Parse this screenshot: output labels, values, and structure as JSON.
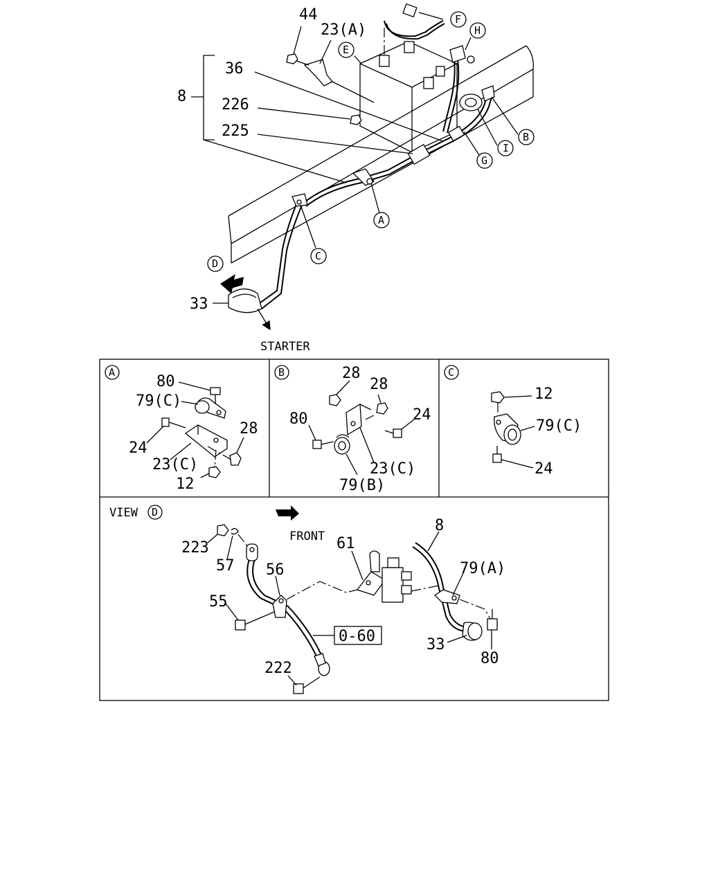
{
  "main": {
    "callouts": {
      "p44": "44",
      "p23a": "23(A)",
      "p36": "36",
      "p8": "8",
      "p226": "226",
      "p225": "225",
      "p33": "33",
      "starter": "STARTER",
      "E": "E",
      "F": "F",
      "H": "H",
      "B": "B",
      "I": "I",
      "G": "G",
      "A": "A",
      "C": "C",
      "D": "D"
    }
  },
  "detail_a": {
    "tag": "A",
    "labels": {
      "p80": "80",
      "p79c": "79(C)",
      "p24": "24",
      "p23c": "23(C)",
      "p28": "28",
      "p12": "12"
    }
  },
  "detail_b": {
    "tag": "B",
    "labels": {
      "p28a": "28",
      "p28b": "28",
      "p80": "80",
      "p24": "24",
      "p23c": "23(C)",
      "p79b": "79(B)"
    }
  },
  "detail_c": {
    "tag": "C",
    "labels": {
      "p12": "12",
      "p79c": "79(C)",
      "p24": "24"
    }
  },
  "view_d": {
    "title": "VIEW",
    "tag": "D",
    "front": "FRONT",
    "ref_box": "0-60",
    "labels": {
      "p223": "223",
      "p57": "57",
      "p56": "56",
      "p55": "55",
      "p222": "222",
      "p61": "61",
      "p8": "8",
      "p79a": "79(A)",
      "p33": "33",
      "p80": "80"
    }
  }
}
